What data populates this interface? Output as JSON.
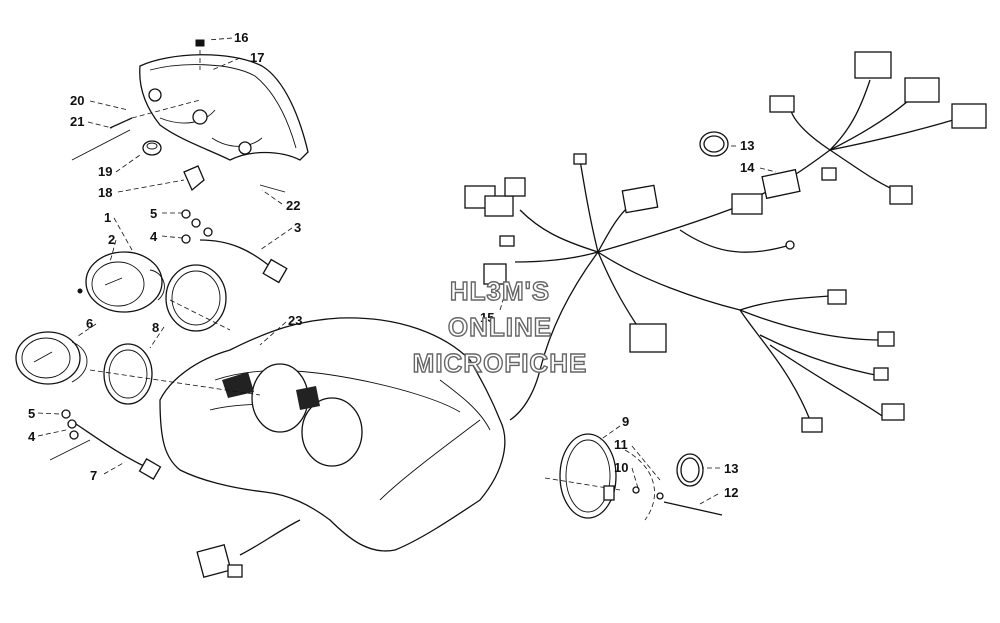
{
  "watermark": {
    "line1": "HL3M'S",
    "line2": "ONLINE",
    "line3": "MICROFICHE"
  },
  "callouts": [
    {
      "id": "c16",
      "label": "16"
    },
    {
      "id": "c17",
      "label": "17"
    },
    {
      "id": "c20",
      "label": "20"
    },
    {
      "id": "c21",
      "label": "21"
    },
    {
      "id": "c19",
      "label": "19"
    },
    {
      "id": "c18",
      "label": "18"
    },
    {
      "id": "c22",
      "label": "22"
    },
    {
      "id": "c1",
      "label": "1"
    },
    {
      "id": "c2",
      "label": "2"
    },
    {
      "id": "c5a",
      "label": "5"
    },
    {
      "id": "c4a",
      "label": "4"
    },
    {
      "id": "c3",
      "label": "3"
    },
    {
      "id": "c6",
      "label": "6"
    },
    {
      "id": "c8",
      "label": "8"
    },
    {
      "id": "c23",
      "label": "23"
    },
    {
      "id": "c5b",
      "label": "5"
    },
    {
      "id": "c4b",
      "label": "4"
    },
    {
      "id": "c7",
      "label": "7"
    },
    {
      "id": "c13a",
      "label": "13"
    },
    {
      "id": "c14",
      "label": "14"
    },
    {
      "id": "c15",
      "label": "15"
    },
    {
      "id": "c9",
      "label": "9"
    },
    {
      "id": "c11",
      "label": "11"
    },
    {
      "id": "c10",
      "label": "10"
    },
    {
      "id": "c13b",
      "label": "13"
    },
    {
      "id": "c12",
      "label": "12"
    }
  ]
}
